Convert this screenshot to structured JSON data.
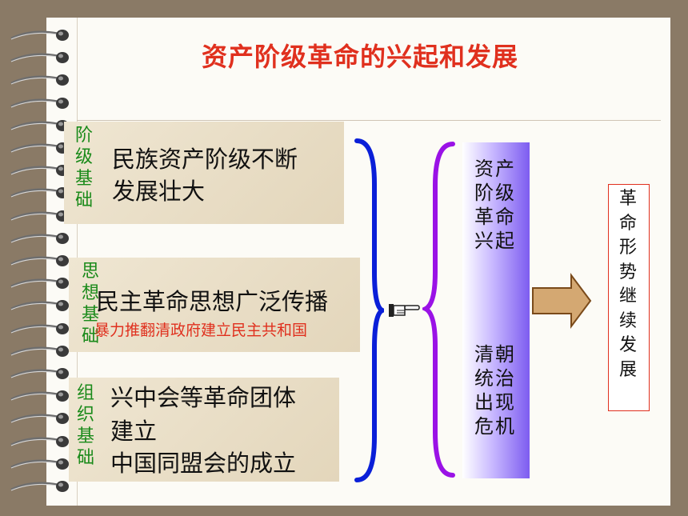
{
  "title": "资产阶级革命的兴起和发展",
  "left": [
    {
      "side": "阶级基础",
      "lines": [
        "民族资产阶级不断",
        "发展壮大"
      ]
    },
    {
      "side": "思想基础",
      "lines": [
        "民主革命思想广泛传播"
      ],
      "sub": "暴力推翻清政府建立民主共和国"
    },
    {
      "side": "组织基础",
      "lines": [
        "兴中会等革命团体",
        "建立",
        "中国同盟会的成立"
      ]
    }
  ],
  "middle": {
    "top": "资产阶级革命兴起",
    "bottom": "清朝统治出现危机"
  },
  "result": "革命形势继续发展",
  "colors": {
    "title": "#e0301e",
    "side": "#1a8a1a",
    "brace_left": "#0a1fd8",
    "brace_right": "#9a12e6",
    "arrow": "#d4a872"
  },
  "icons": {
    "pointer": "pointing-hand-icon",
    "arrow": "right-arrow-icon"
  }
}
